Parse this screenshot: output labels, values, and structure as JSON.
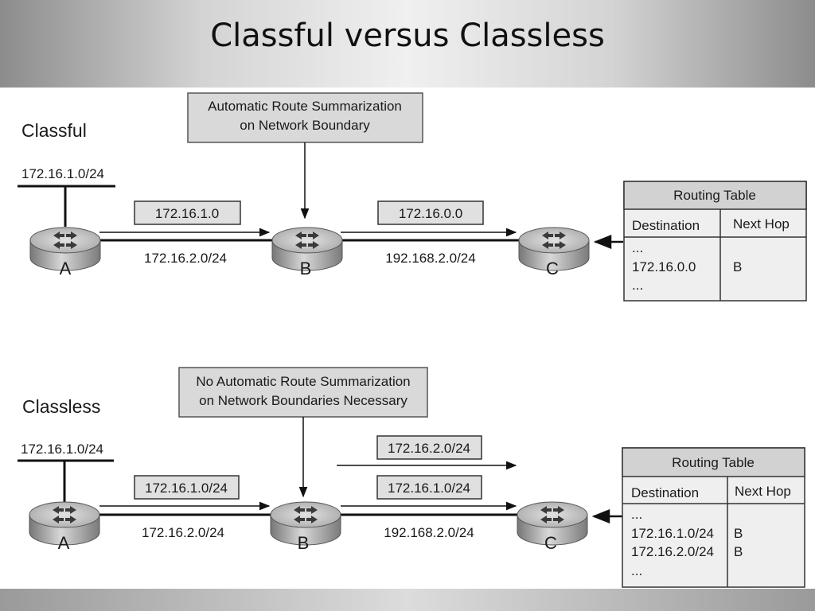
{
  "slide": {
    "title": "Classful versus Classless"
  },
  "classful": {
    "section_label": "Classful",
    "callout": [
      "Automatic Route Summarization",
      "on Network Boundary"
    ],
    "lan_subnet": "172.16.1.0/24",
    "routers": {
      "a": "A",
      "b": "B",
      "c": "C"
    },
    "link_ab": "172.16.2.0/24",
    "link_bc": "192.168.2.0/24",
    "update_ab": "172.16.1.0",
    "update_bc": "172.16.0.0",
    "routing_table": {
      "title": "Routing Table",
      "headers": [
        "Destination",
        "Next Hop"
      ],
      "rows": [
        [
          "...",
          ""
        ],
        [
          "172.16.0.0",
          "B"
        ],
        [
          "...",
          ""
        ]
      ]
    }
  },
  "classless": {
    "section_label": "Classless",
    "callout": [
      "No Automatic Route Summarization",
      "on Network Boundaries Necessary"
    ],
    "lan_subnet": "172.16.1.0/24",
    "routers": {
      "a": "A",
      "b": "B",
      "c": "C"
    },
    "link_ab": "172.16.2.0/24",
    "link_bc": "192.168.2.0/24",
    "update_ab": "172.16.1.0/24",
    "update_bc": [
      "172.16.2.0/24",
      "172.16.1.0/24"
    ],
    "routing_table": {
      "title": "Routing Table",
      "headers": [
        "Destination",
        "Next Hop"
      ],
      "rows": [
        [
          "...",
          ""
        ],
        [
          "172.16.1.0/24",
          "B"
        ],
        [
          "172.16.2.0/24",
          "B"
        ],
        [
          "...",
          ""
        ]
      ]
    }
  }
}
